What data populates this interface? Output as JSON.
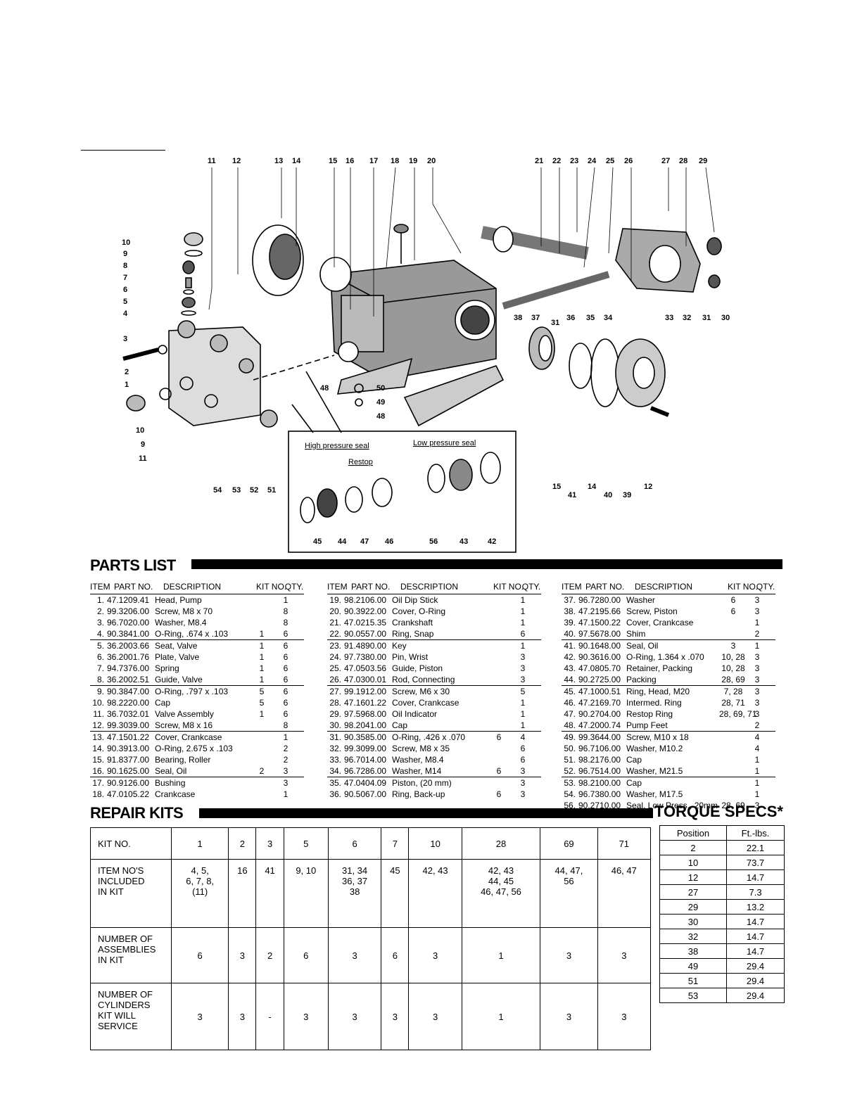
{
  "diagram": {
    "callouts_top": [
      "11",
      "12",
      "13",
      "14",
      "15",
      "16",
      "17",
      "18",
      "19",
      "20",
      "21",
      "22",
      "23",
      "24",
      "25",
      "26",
      "27",
      "28",
      "29"
    ],
    "callouts_left": [
      "10",
      "9",
      "8",
      "7",
      "6",
      "5",
      "4",
      "3",
      "2",
      "1",
      "10",
      "9",
      "11"
    ],
    "callouts_bottom": [
      "54",
      "53",
      "52",
      "51",
      "15",
      "41",
      "14",
      "40",
      "39",
      "12"
    ],
    "callouts_right": [
      "38",
      "37",
      "31",
      "36",
      "35",
      "34",
      "33",
      "32",
      "31",
      "30"
    ],
    "callouts_mid": [
      "48",
      "50",
      "49",
      "48"
    ],
    "callouts_inset": [
      "45",
      "44",
      "47",
      "46",
      "56",
      "43",
      "42"
    ],
    "inset_labels": [
      "High pressure seal",
      "Restop",
      "Low pressure seal"
    ]
  },
  "parts_list": {
    "title": "PARTS LIST",
    "headers": [
      "ITEM",
      "PART NO.",
      "DESCRIPTION",
      "KIT NO.",
      "QTY."
    ],
    "columns": [
      [
        [
          "1.",
          "47.1209.41",
          "Head, Pump",
          "",
          "1"
        ],
        [
          "2.",
          "99.3206.00",
          "Screw, M8 x 70",
          "",
          "8"
        ],
        [
          "3.",
          "96.7020.00",
          "Washer, M8.4",
          "",
          "8"
        ],
        [
          "4.",
          "90.3841.00",
          "O-Ring, .674 x .103",
          "1",
          "6"
        ],
        [
          "5.",
          "36.2003.66",
          "Seat, Valve",
          "1",
          "6"
        ],
        [
          "6.",
          "36.2001.76",
          "Plate, Valve",
          "1",
          "6"
        ],
        [
          "7.",
          "94.7376.00",
          "Spring",
          "1",
          "6"
        ],
        [
          "8.",
          "36.2002.51",
          "Guide, Valve",
          "1",
          "6"
        ],
        [
          "9.",
          "90.3847.00",
          "O-Ring, .797 x .103",
          "5",
          "6"
        ],
        [
          "10.",
          "98.2220.00",
          "Cap",
          "5",
          "6"
        ],
        [
          "11.",
          "36.7032.01",
          "Valve Assembly",
          "1",
          "6"
        ],
        [
          "12.",
          "99.3039.00",
          "Screw, M8 x 16",
          "",
          "8"
        ],
        [
          "13.",
          "47.1501.22",
          "Cover, Crankcase",
          "",
          "1"
        ],
        [
          "14.",
          "90.3913.00",
          "O-Ring, 2.675 x .103",
          "",
          "2"
        ],
        [
          "15.",
          "91.8377.00",
          "Bearing, Roller",
          "",
          "2"
        ],
        [
          "16.",
          "90.1625.00",
          "Seal, Oil",
          "2",
          "3"
        ],
        [
          "17.",
          "90.9126.00",
          "Bushing",
          "",
          "3"
        ],
        [
          "18.",
          "47.0105.22",
          "Crankcase",
          "",
          "1"
        ]
      ],
      [
        [
          "19.",
          "98.2106.00",
          "Oil Dip Stick",
          "",
          "1"
        ],
        [
          "20.",
          "90.3922.00",
          "Cover, O-Ring",
          "",
          "1"
        ],
        [
          "21.",
          "47.0215.35",
          "Crankshaft",
          "",
          "1"
        ],
        [
          "22.",
          "90.0557.00",
          "Ring, Snap",
          "",
          "6"
        ],
        [
          "23.",
          "91.4890.00",
          "Key",
          "",
          "1"
        ],
        [
          "24.",
          "97.7380.00",
          "Pin, Wrist",
          "",
          "3"
        ],
        [
          "25.",
          "47.0503.56",
          "Guide, Piston",
          "",
          "3"
        ],
        [
          "26.",
          "47.0300.01",
          "Rod, Connecting",
          "",
          "3"
        ],
        [
          "27.",
          "99.1912.00",
          "Screw, M6 x 30",
          "",
          "5"
        ],
        [
          "28.",
          "47.1601.22",
          "Cover, Crankcase",
          "",
          "1"
        ],
        [
          "29.",
          "97.5968.00",
          "Oil Indicator",
          "",
          "1"
        ],
        [
          "30.",
          "98.2041.00",
          "Cap",
          "",
          "1"
        ],
        [
          "31.",
          "90.3585.00",
          "O-Ring, .426 x .070",
          "6",
          "4"
        ],
        [
          "32.",
          "99.3099.00",
          "Screw, M8 x 35",
          "",
          "6"
        ],
        [
          "33.",
          "96.7014.00",
          "Washer, M8.4",
          "",
          "6"
        ],
        [
          "34.",
          "96.7286.00",
          "Washer, M14",
          "6",
          "3"
        ],
        [
          "35.",
          "47.0404.09",
          "Piston, (20 mm)",
          "",
          "3"
        ],
        [
          "36.",
          "90.5067.00",
          "Ring, Back-up",
          "6",
          "3"
        ]
      ],
      [
        [
          "37.",
          "96.7280.00",
          "Washer",
          "6",
          "3"
        ],
        [
          "38.",
          "47.2195.66",
          "Screw, Piston",
          "6",
          "3"
        ],
        [
          "39.",
          "47.1500.22",
          "Cover, Crankcase",
          "",
          "1"
        ],
        [
          "40.",
          "97.5678.00",
          "Shim",
          "",
          "2"
        ],
        [
          "41.",
          "90.1648.00",
          "Seal, Oil",
          "3",
          "1"
        ],
        [
          "42.",
          "90.3616.00",
          "O-Ring, 1.364 x .070",
          "10, 28",
          "3"
        ],
        [
          "43.",
          "47.0805.70",
          "Retainer, Packing",
          "10, 28",
          "3"
        ],
        [
          "44.",
          "90.2725.00",
          "Packing",
          "28, 69",
          "3"
        ],
        [
          "45.",
          "47.1000.51",
          "Ring, Head, M20",
          "7, 28",
          "3"
        ],
        [
          "46.",
          "47.2169.70",
          "Intermed. Ring",
          "28, 71",
          "3"
        ],
        [
          "47.",
          "90.2704.00",
          "Restop Ring",
          "28, 69, 71",
          "3"
        ],
        [
          "48.",
          "47.2000.74",
          "Pump Feet",
          "",
          "2"
        ],
        [
          "49.",
          "99.3644.00",
          "Screw, M10 x 18",
          "",
          "4"
        ],
        [
          "50.",
          "96.7106.00",
          "Washer, M10.2",
          "",
          "4"
        ],
        [
          "51.",
          "98.2176.00",
          "Cap",
          "",
          "1"
        ],
        [
          "52.",
          "96.7514.00",
          "Washer, M21.5",
          "",
          "1"
        ],
        [
          "53.",
          "98.2100.00",
          "Cap",
          "",
          "1"
        ],
        [
          "54.",
          "96.7380.00",
          "Washer, M17.5",
          "",
          "1"
        ],
        [
          "56.",
          "90.2710.00",
          "Seal, Low Press., 20mm",
          "28, 69",
          "3"
        ]
      ]
    ]
  },
  "repair_kits": {
    "title": "REPAIR KITS",
    "kit_no_label": "KIT NO.",
    "kit_numbers": [
      "1",
      "2",
      "3",
      "5",
      "6",
      "7",
      "10",
      "28",
      "69",
      "71"
    ],
    "rows": [
      {
        "label": [
          "ITEM NO'S",
          "INCLUDED",
          "IN KIT"
        ],
        "values": [
          [
            "4, 5,",
            "6, 7, 8,",
            "(11)"
          ],
          [
            "16"
          ],
          [
            "41"
          ],
          [
            "9, 10"
          ],
          [
            "31, 34",
            "36, 37",
            "38"
          ],
          [
            "45"
          ],
          [
            "42, 43"
          ],
          [
            "42, 43",
            "44, 45",
            "46, 47, 56"
          ],
          [
            "44, 47,",
            "56"
          ],
          [
            "46, 47"
          ]
        ]
      },
      {
        "label": [
          "NUMBER OF",
          "ASSEMBLIES",
          "IN KIT"
        ],
        "values": [
          [
            "6"
          ],
          [
            "3"
          ],
          [
            "2"
          ],
          [
            "6"
          ],
          [
            "3"
          ],
          [
            "6"
          ],
          [
            "3"
          ],
          [
            "1"
          ],
          [
            "3"
          ],
          [
            "3"
          ]
        ]
      },
      {
        "label": [
          "NUMBER OF",
          "CYLINDERS",
          "KIT WILL",
          "SERVICE"
        ],
        "values": [
          [
            "3"
          ],
          [
            "3"
          ],
          [
            "-"
          ],
          [
            "3"
          ],
          [
            "3"
          ],
          [
            "3"
          ],
          [
            "3"
          ],
          [
            "1"
          ],
          [
            "3"
          ],
          [
            "3"
          ]
        ]
      }
    ]
  },
  "torque_specs": {
    "title": "TORQUE SPECS*",
    "headers": [
      "Position",
      "Ft.-lbs."
    ],
    "rows": [
      [
        "2",
        "22.1"
      ],
      [
        "10",
        "73.7"
      ],
      [
        "12",
        "14.7"
      ],
      [
        "27",
        "7.3"
      ],
      [
        "29",
        "13.2"
      ],
      [
        "30",
        "14.7"
      ],
      [
        "32",
        "14.7"
      ],
      [
        "38",
        "14.7"
      ],
      [
        "49",
        "29.4"
      ],
      [
        "51",
        "29.4"
      ],
      [
        "53",
        "29.4"
      ]
    ]
  }
}
